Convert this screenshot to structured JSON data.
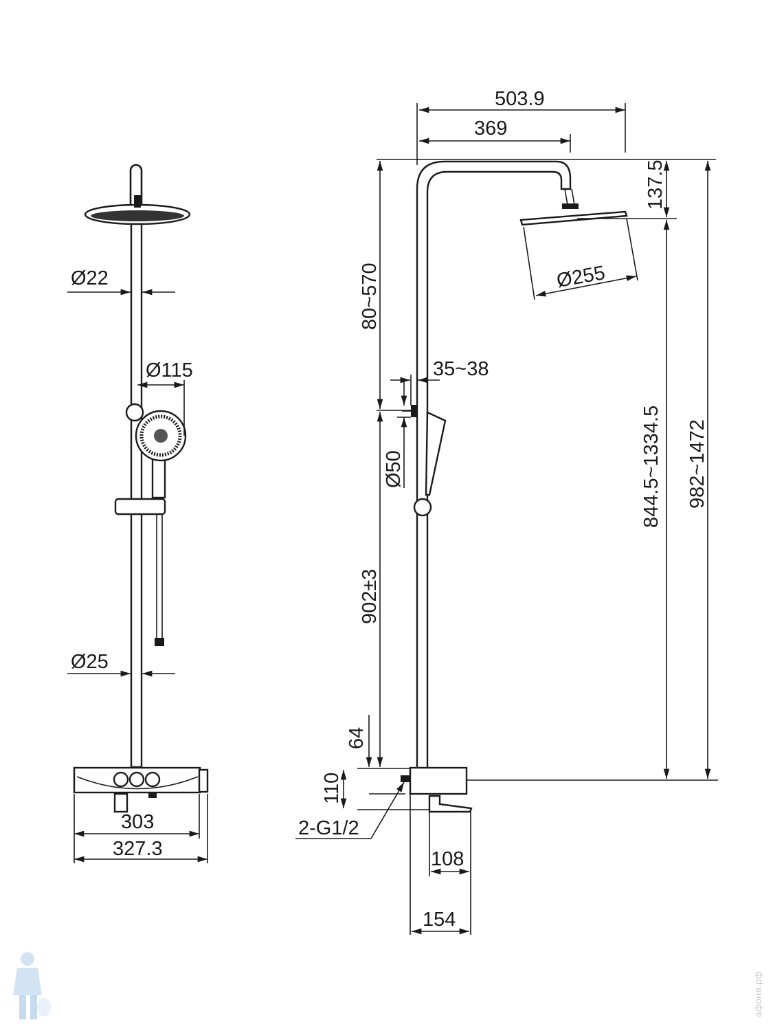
{
  "drawing": {
    "front_view": {
      "dims": {
        "pipe_upper": "Ø22",
        "hand_shower": "Ø115",
        "pipe_lower": "Ø25",
        "inner_width": "303",
        "overall_width": "327.3"
      }
    },
    "side_view": {
      "dims": {
        "overall_reach": "503.9",
        "arm_reach": "369",
        "head_drop": "137.5",
        "head_diameter": "Ø255",
        "slide_range": "80~570",
        "wall_offset": "35~38",
        "bracket_diameter": "Ø50",
        "bracket_height": "902±3",
        "head_height": "844.5~1334.5",
        "total_height": "982~1472",
        "base_offset": "64",
        "body_height": "110",
        "connection": "2-G1/2",
        "spout_depth": "108",
        "body_depth": "154"
      }
    },
    "watermark": "афоня.рф"
  }
}
